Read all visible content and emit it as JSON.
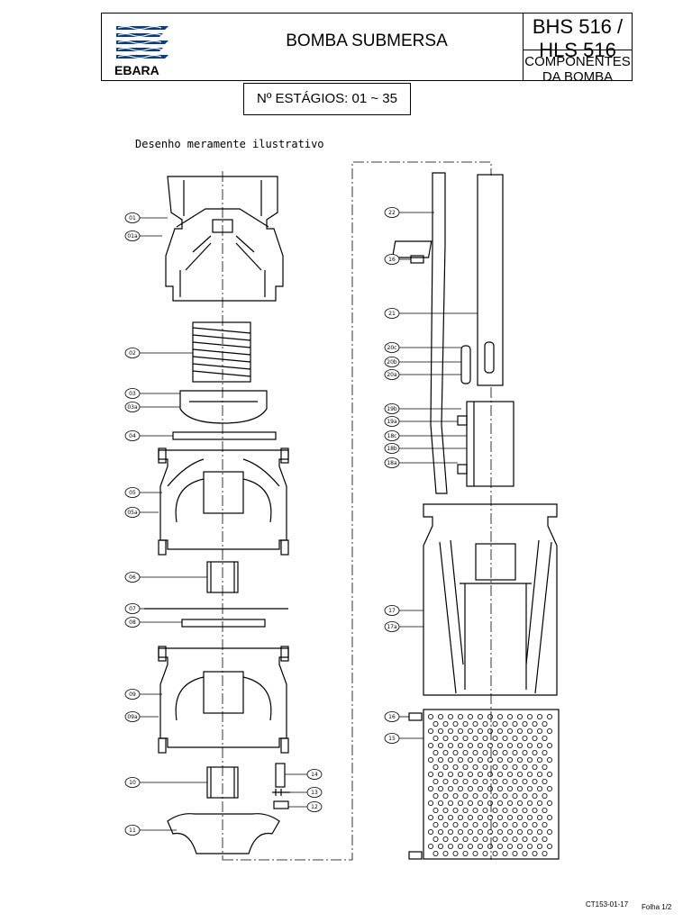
{
  "header": {
    "brand_logo_text": "EBARA",
    "title": "BOMBA SUBMERSA",
    "model": "BHS 516 / HLS 516",
    "subtitle": "COMPONENTES DA BOMBA"
  },
  "stages_label": "Nº ESTÁGIOS: 01 ~ 35",
  "note": "Desenho meramente ilustrativo",
  "footer": {
    "doc_code": "CT153-01-17",
    "sheet": "Folha 1/2"
  },
  "callouts_left": [
    "01",
    "01a",
    "02",
    "03",
    "03a",
    "04",
    "05",
    "05a",
    "06",
    "07",
    "08",
    "09",
    "09a",
    "10",
    "11"
  ],
  "callouts_small": [
    "14",
    "13",
    "12"
  ],
  "callouts_right": [
    "22",
    "16",
    "21",
    "20c",
    "20b",
    "20a",
    "19b",
    "19a",
    "18c",
    "18b",
    "18a",
    "17",
    "17a",
    "16",
    "15"
  ]
}
